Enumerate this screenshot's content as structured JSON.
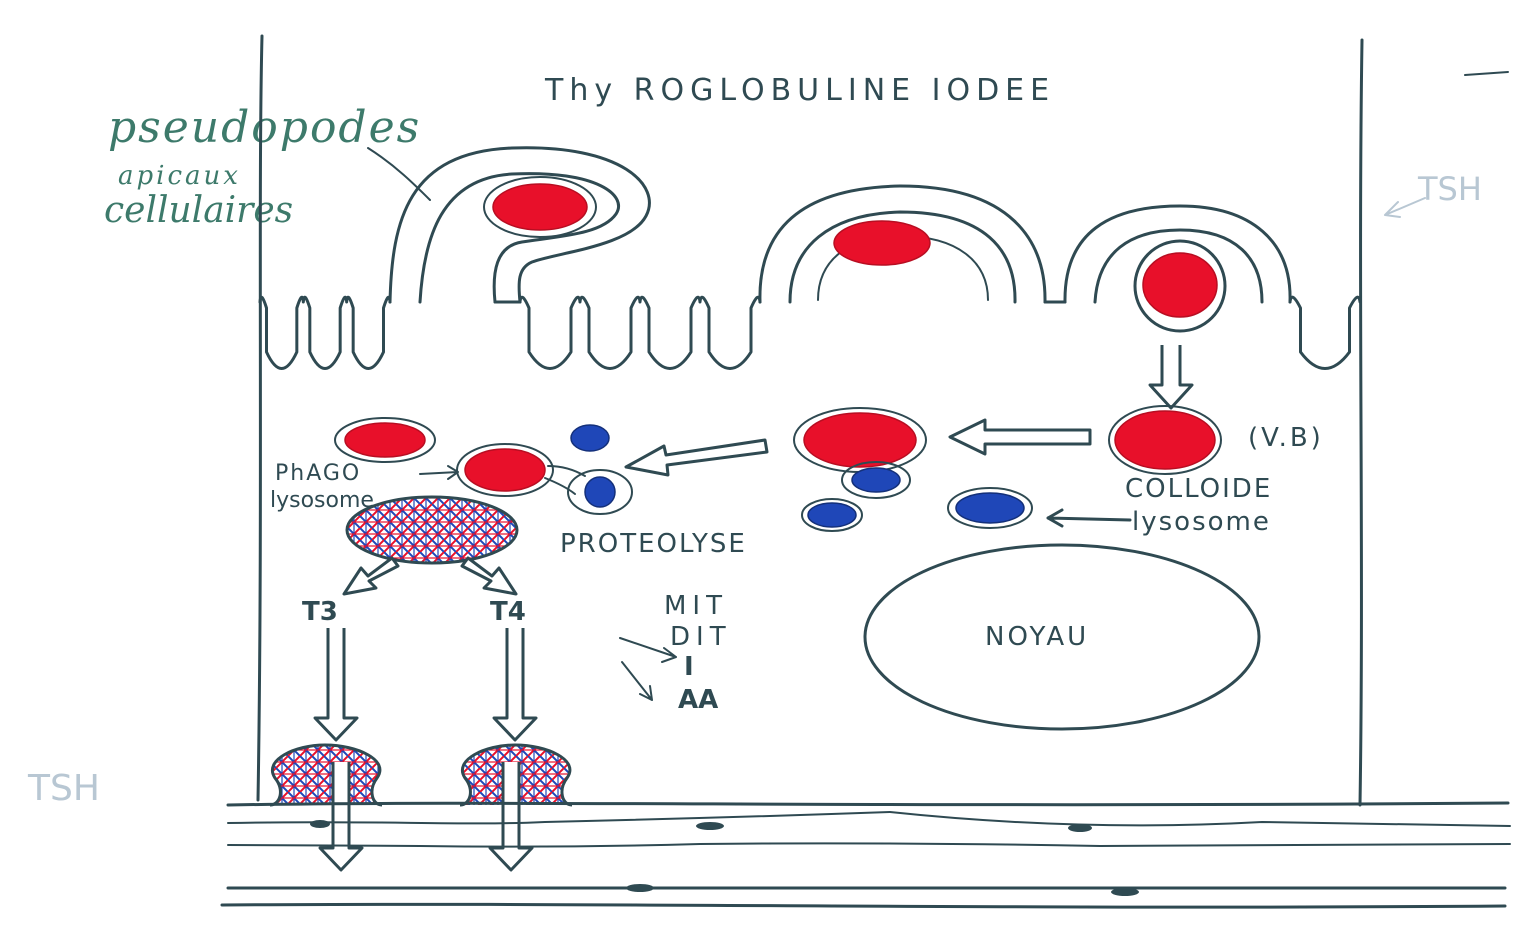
{
  "title": "Thy ROGLOBULINE IODEE",
  "annotations": {
    "pseudopods": [
      "pseudopodes",
      "apicaux",
      "cellulaires"
    ],
    "tsh_top": "TSH",
    "tsh_bottom": "TSH"
  },
  "labels": {
    "vesicle": "(V.B)",
    "colloid": "COLLOIDE",
    "lysosome": "lysosome",
    "phagolysosome": [
      "PhAGO",
      "lysosome"
    ],
    "proteolysis": "PROTEOLYSE",
    "t3": "T3",
    "t4": "T4",
    "products": [
      "MIT",
      "DIT",
      "I",
      "AA"
    ],
    "nucleus": "NOYAU"
  },
  "colors": {
    "ink": "#2f4a52",
    "colloid": "#e8102a",
    "lysosome": "#1f47b8",
    "green_ink": "#3d7a6b",
    "faint": "#b8c7d3"
  }
}
